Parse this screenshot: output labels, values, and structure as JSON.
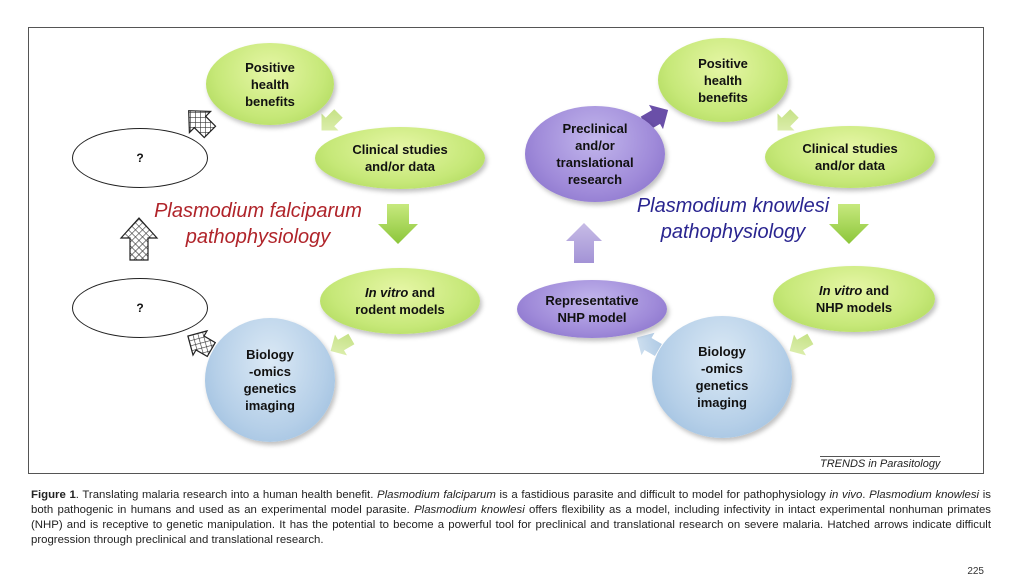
{
  "left": {
    "title_line1": "Plasmodium falciparum",
    "title_line2": "pathophysiology",
    "positive": [
      "Positive",
      "health",
      "benefits"
    ],
    "clinical": [
      "Clinical studies",
      "and/or data"
    ],
    "invitro_italic": "In vitro",
    "invitro_rest": " and",
    "invitro_line2": "rodent models",
    "biology": [
      "Biology",
      "-omics",
      "genetics",
      "imaging"
    ],
    "unknown_top": "?",
    "unknown_bottom": "?"
  },
  "right": {
    "title_line1": "Plasmodium knowlesi",
    "title_line2": "pathophysiology",
    "positive": [
      "Positive",
      "health",
      "benefits"
    ],
    "clinical": [
      "Clinical studies",
      "and/or data"
    ],
    "preclinical": [
      "Preclinical",
      "and/or",
      "translational",
      "research"
    ],
    "invitro_italic": "In vitro",
    "invitro_rest": " and",
    "invitro_line2": "NHP models",
    "representative": [
      "Representative",
      "NHP model"
    ],
    "biology": [
      "Biology",
      "-omics",
      "genetics",
      "imaging"
    ]
  },
  "source_label": "TRENDS in Parasitology",
  "caption": {
    "label": "Figure 1",
    "text1": ". Translating malaria research into a human health benefit. ",
    "it1": "Plasmodium falciparum",
    "text2": " is a fastidious parasite and difficult to model for pathophysiology ",
    "it2": "in vivo",
    "text3": ". ",
    "it3": "Plasmodium knowlesi",
    "text4": " is both pathogenic in humans and used as an experimental model parasite. ",
    "it4": "Plasmodium knowlesi",
    "text5": " offers flexibility as a model, including infectivity in intact experimental nonhuman primates (NHP) and is receptive to genetic manipulation. It has the potential to become a powerful tool for preclinical and translational research on severe malaria. Hatched arrows indicate difficult progression through preclinical and translational research."
  },
  "page_number": "225",
  "colors": {
    "falciparum_title": "#b0242a",
    "knowlesi_title": "#2a2590",
    "green_node": "#c6e878",
    "purple_node": "#9f8ad9",
    "blue_node": "#b5cfe8",
    "green_arrow": "#9fd042",
    "purple_arrow": "#6a4fa8"
  }
}
